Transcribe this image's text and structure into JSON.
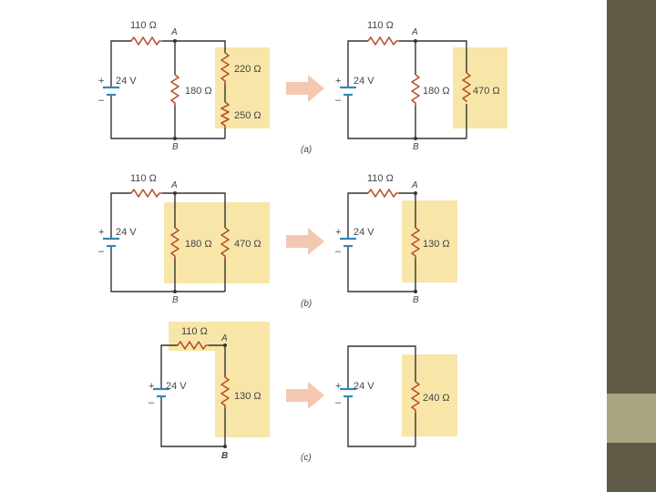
{
  "colors": {
    "highlight": "#f8e6a8",
    "resistor": "#b5502b",
    "battery": "#2c8bb8",
    "wire": "#333333",
    "arrow": "#f4c8b0",
    "sidebar": "#5f5a45",
    "sidebar_accent": "#a9a581"
  },
  "rows": [
    {
      "label": "(a)",
      "left": {
        "r_top": "110 Ω",
        "node_top": "A",
        "node_bottom": "B",
        "voltage": "24 V",
        "r_mid": "180 Ω",
        "r_right_1": "220 Ω",
        "r_right_2": "250 Ω"
      },
      "right": {
        "r_top": "110 Ω",
        "node_top": "A",
        "node_bottom": "B",
        "voltage": "24 V",
        "r_mid": "180 Ω",
        "r_right": "470 Ω"
      }
    },
    {
      "label": "(b)",
      "left": {
        "r_top": "110 Ω",
        "node_top": "A",
        "node_bottom": "B",
        "voltage": "24 V",
        "r_mid": "180 Ω",
        "r_right": "470 Ω"
      },
      "right": {
        "r_top": "110 Ω",
        "node_top": "A",
        "node_bottom": "B",
        "voltage": "24 V",
        "r_eq": "130 Ω"
      }
    },
    {
      "label": "(c)",
      "left": {
        "r_top": "110 Ω",
        "node_top": "A",
        "node_bottom": "B",
        "voltage": "24 V",
        "r_eq": "130 Ω"
      },
      "right": {
        "voltage": "24 V",
        "r_eq": "240 Ω"
      }
    }
  ],
  "battery_plus": "+",
  "battery_minus": "–"
}
